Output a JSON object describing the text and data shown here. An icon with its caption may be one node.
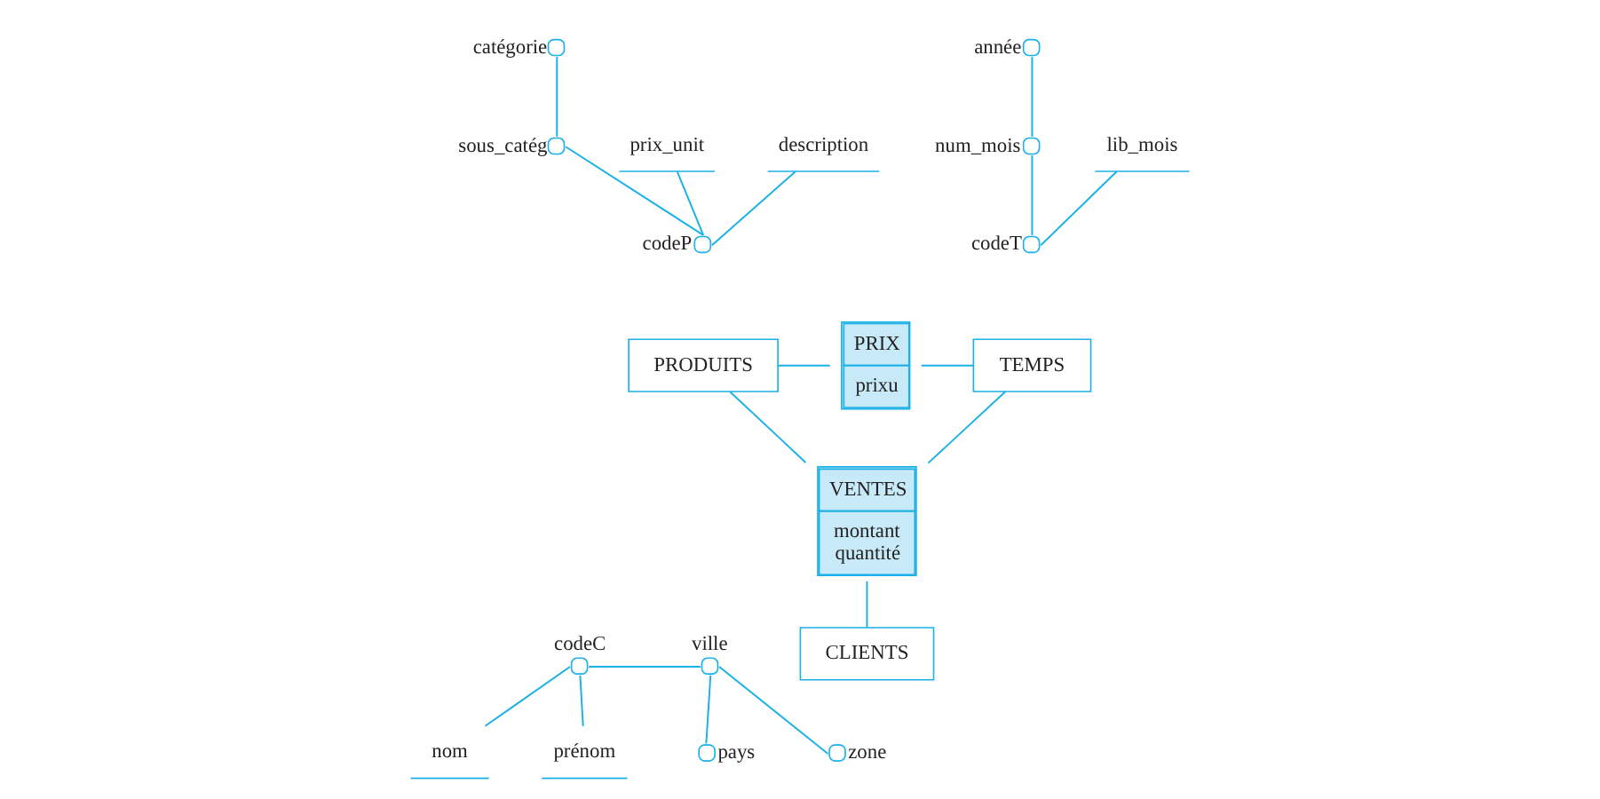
{
  "diagram": {
    "nodes": [
      {
        "text": [],
        "shape": "circle",
        "beside": [
          "catégorie"
        ]
      },
      {
        "text": [],
        "shape": "circle",
        "beside": [
          "sous_catég"
        ]
      },
      {
        "text": [
          "prix_unit"
        ]
      },
      {
        "text": [
          "description"
        ]
      },
      {
        "text": [],
        "shape": "circle",
        "beside": [
          "codeP"
        ]
      },
      {
        "text": [
          "PRODUITS"
        ]
      },
      {
        "text": [
          "PRIX",
          "prixu"
        ]
      },
      {
        "text": [],
        "shape": "circle",
        "beside": [
          "année"
        ]
      },
      {
        "text": [],
        "shape": "circle",
        "beside": [
          "num_mois"
        ]
      },
      {
        "text": [
          "lib_mois"
        ]
      },
      {
        "text": [],
        "shape": "circle",
        "beside": [
          "codeT"
        ]
      },
      {
        "text": [
          "TEMPS"
        ]
      },
      {
        "text": [
          "VENTES",
          "montant",
          "quantité"
        ]
      },
      {
        "text": [
          "CLIENTS"
        ]
      },
      {
        "text": [],
        "shape": "circle",
        "beside": [
          "codeC"
        ]
      },
      {
        "text": [],
        "shape": "circle",
        "beside": [
          "ville"
        ]
      },
      {
        "text": [],
        "shape": "circle",
        "beside": [
          "pays"
        ]
      },
      {
        "text": [],
        "shape": "circle",
        "beside": [
          "zone"
        ]
      },
      {
        "text": [
          "nom"
        ]
      },
      {
        "text": [
          "prénom"
        ]
      }
    ],
    "edges": [
      {
        "from": 5,
        "to": 6,
        "arrow": "none"
      },
      {
        "from": 6,
        "to": 11,
        "arrow": "none"
      },
      {
        "from": 5,
        "to": 12,
        "arrow": "none"
      },
      {
        "from": 11,
        "to": 12,
        "arrow": "none"
      },
      {
        "from": 12,
        "to": 13,
        "arrow": "none"
      },
      {
        "from": 0,
        "to": 1,
        "arrow": "none"
      },
      {
        "from": 1,
        "to": 4,
        "arrow": "none"
      },
      {
        "from": 2,
        "to": 4,
        "arrow": "none"
      },
      {
        "from": 3,
        "to": 4,
        "arrow": "none"
      },
      {
        "from": 7,
        "to": 8,
        "arrow": "none"
      },
      {
        "from": 8,
        "to": 10,
        "arrow": "none"
      },
      {
        "from": 9,
        "to": 10,
        "arrow": "none"
      },
      {
        "from": 14,
        "to": 15,
        "arrow": "none"
      },
      {
        "from": 15,
        "to": 16,
        "arrow": "none"
      },
      {
        "from": 15,
        "to": 17,
        "arrow": "none"
      },
      {
        "from": 14,
        "to": 18,
        "arrow": "none"
      },
      {
        "from": 14,
        "to": 19,
        "arrow": "none"
      }
    ]
  }
}
